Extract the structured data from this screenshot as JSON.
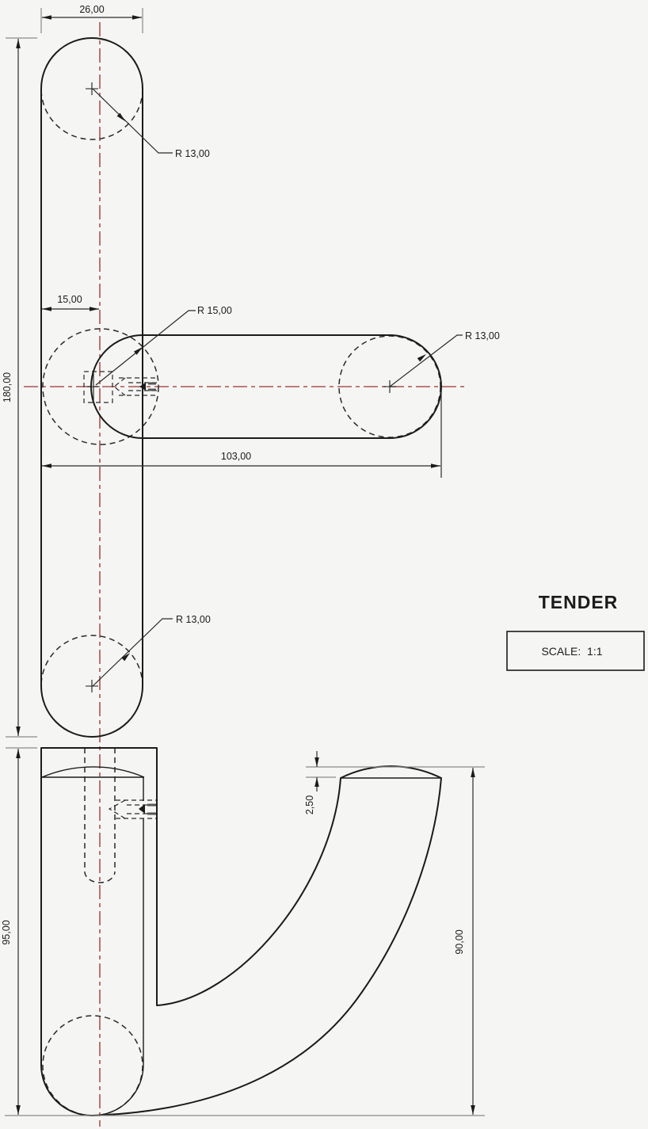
{
  "drawing": {
    "title": "TENDER",
    "scale": "SCALE:  1:1",
    "top_view": {
      "dim_width": "26,00",
      "dim_height": "180,00",
      "dim_offset": "15,00",
      "dim_arm_length": "103,00",
      "radius_top": "R 13,00",
      "radius_boss": "R 15,00",
      "radius_arm_end": "R 13,00",
      "radius_bottom": "R 13,00"
    },
    "side_view": {
      "dim_height": "95,00",
      "dim_dome": "2,50",
      "dim_hook_height": "90,00"
    },
    "colors": {
      "outline": "#1b1b1b",
      "centerline": "#a85450",
      "extension": "#8a8a8a",
      "background": "#f5f5f4"
    }
  }
}
